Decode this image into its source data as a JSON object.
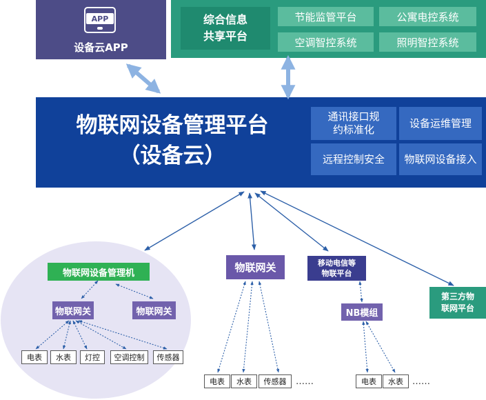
{
  "app": {
    "icon_text": "APP",
    "label": "设备云APP"
  },
  "share": {
    "title": "综合信息\n共享平台",
    "items": [
      "节能监管平台",
      "公寓电控系统",
      "空调智控系统",
      "照明智控系统"
    ]
  },
  "core": {
    "title_line1": "物联网设备管理平台",
    "title_line2": "（设备云）",
    "items": [
      "通讯接口规\n约标准化",
      "设备运维管理",
      "远程控制安全",
      "物联网设备接入"
    ]
  },
  "cluster": {
    "manager": "物联网设备管理机",
    "gateway_a": "物联网关",
    "gateway_b": "物联网关",
    "devices": [
      "电表",
      "水表",
      "灯控",
      "空调控制",
      "传感器"
    ]
  },
  "gateway_main": {
    "label": "物联网关",
    "devices": [
      "电表",
      "水表",
      "传感器"
    ],
    "ellipsis": "……"
  },
  "telecom": {
    "label": "移动电信等\n物联平台",
    "module": "NB模组",
    "devices": [
      "电表",
      "水表"
    ],
    "ellipsis": "……"
  },
  "third_party": {
    "label": "第三方物\n联网平台"
  },
  "colors": {
    "app_box": "#4d4c87",
    "share_box": "#2a9b7e",
    "share_item": "#5bbc9e",
    "core_box": "#10419a",
    "core_item": "#3569c0",
    "arrow_top": "#8db3e2",
    "arrow_lower": "#2c5fa8",
    "ellipse": "#e6e4f4",
    "manager_box": "#2fb154",
    "gateway_box": "#7262ad"
  }
}
